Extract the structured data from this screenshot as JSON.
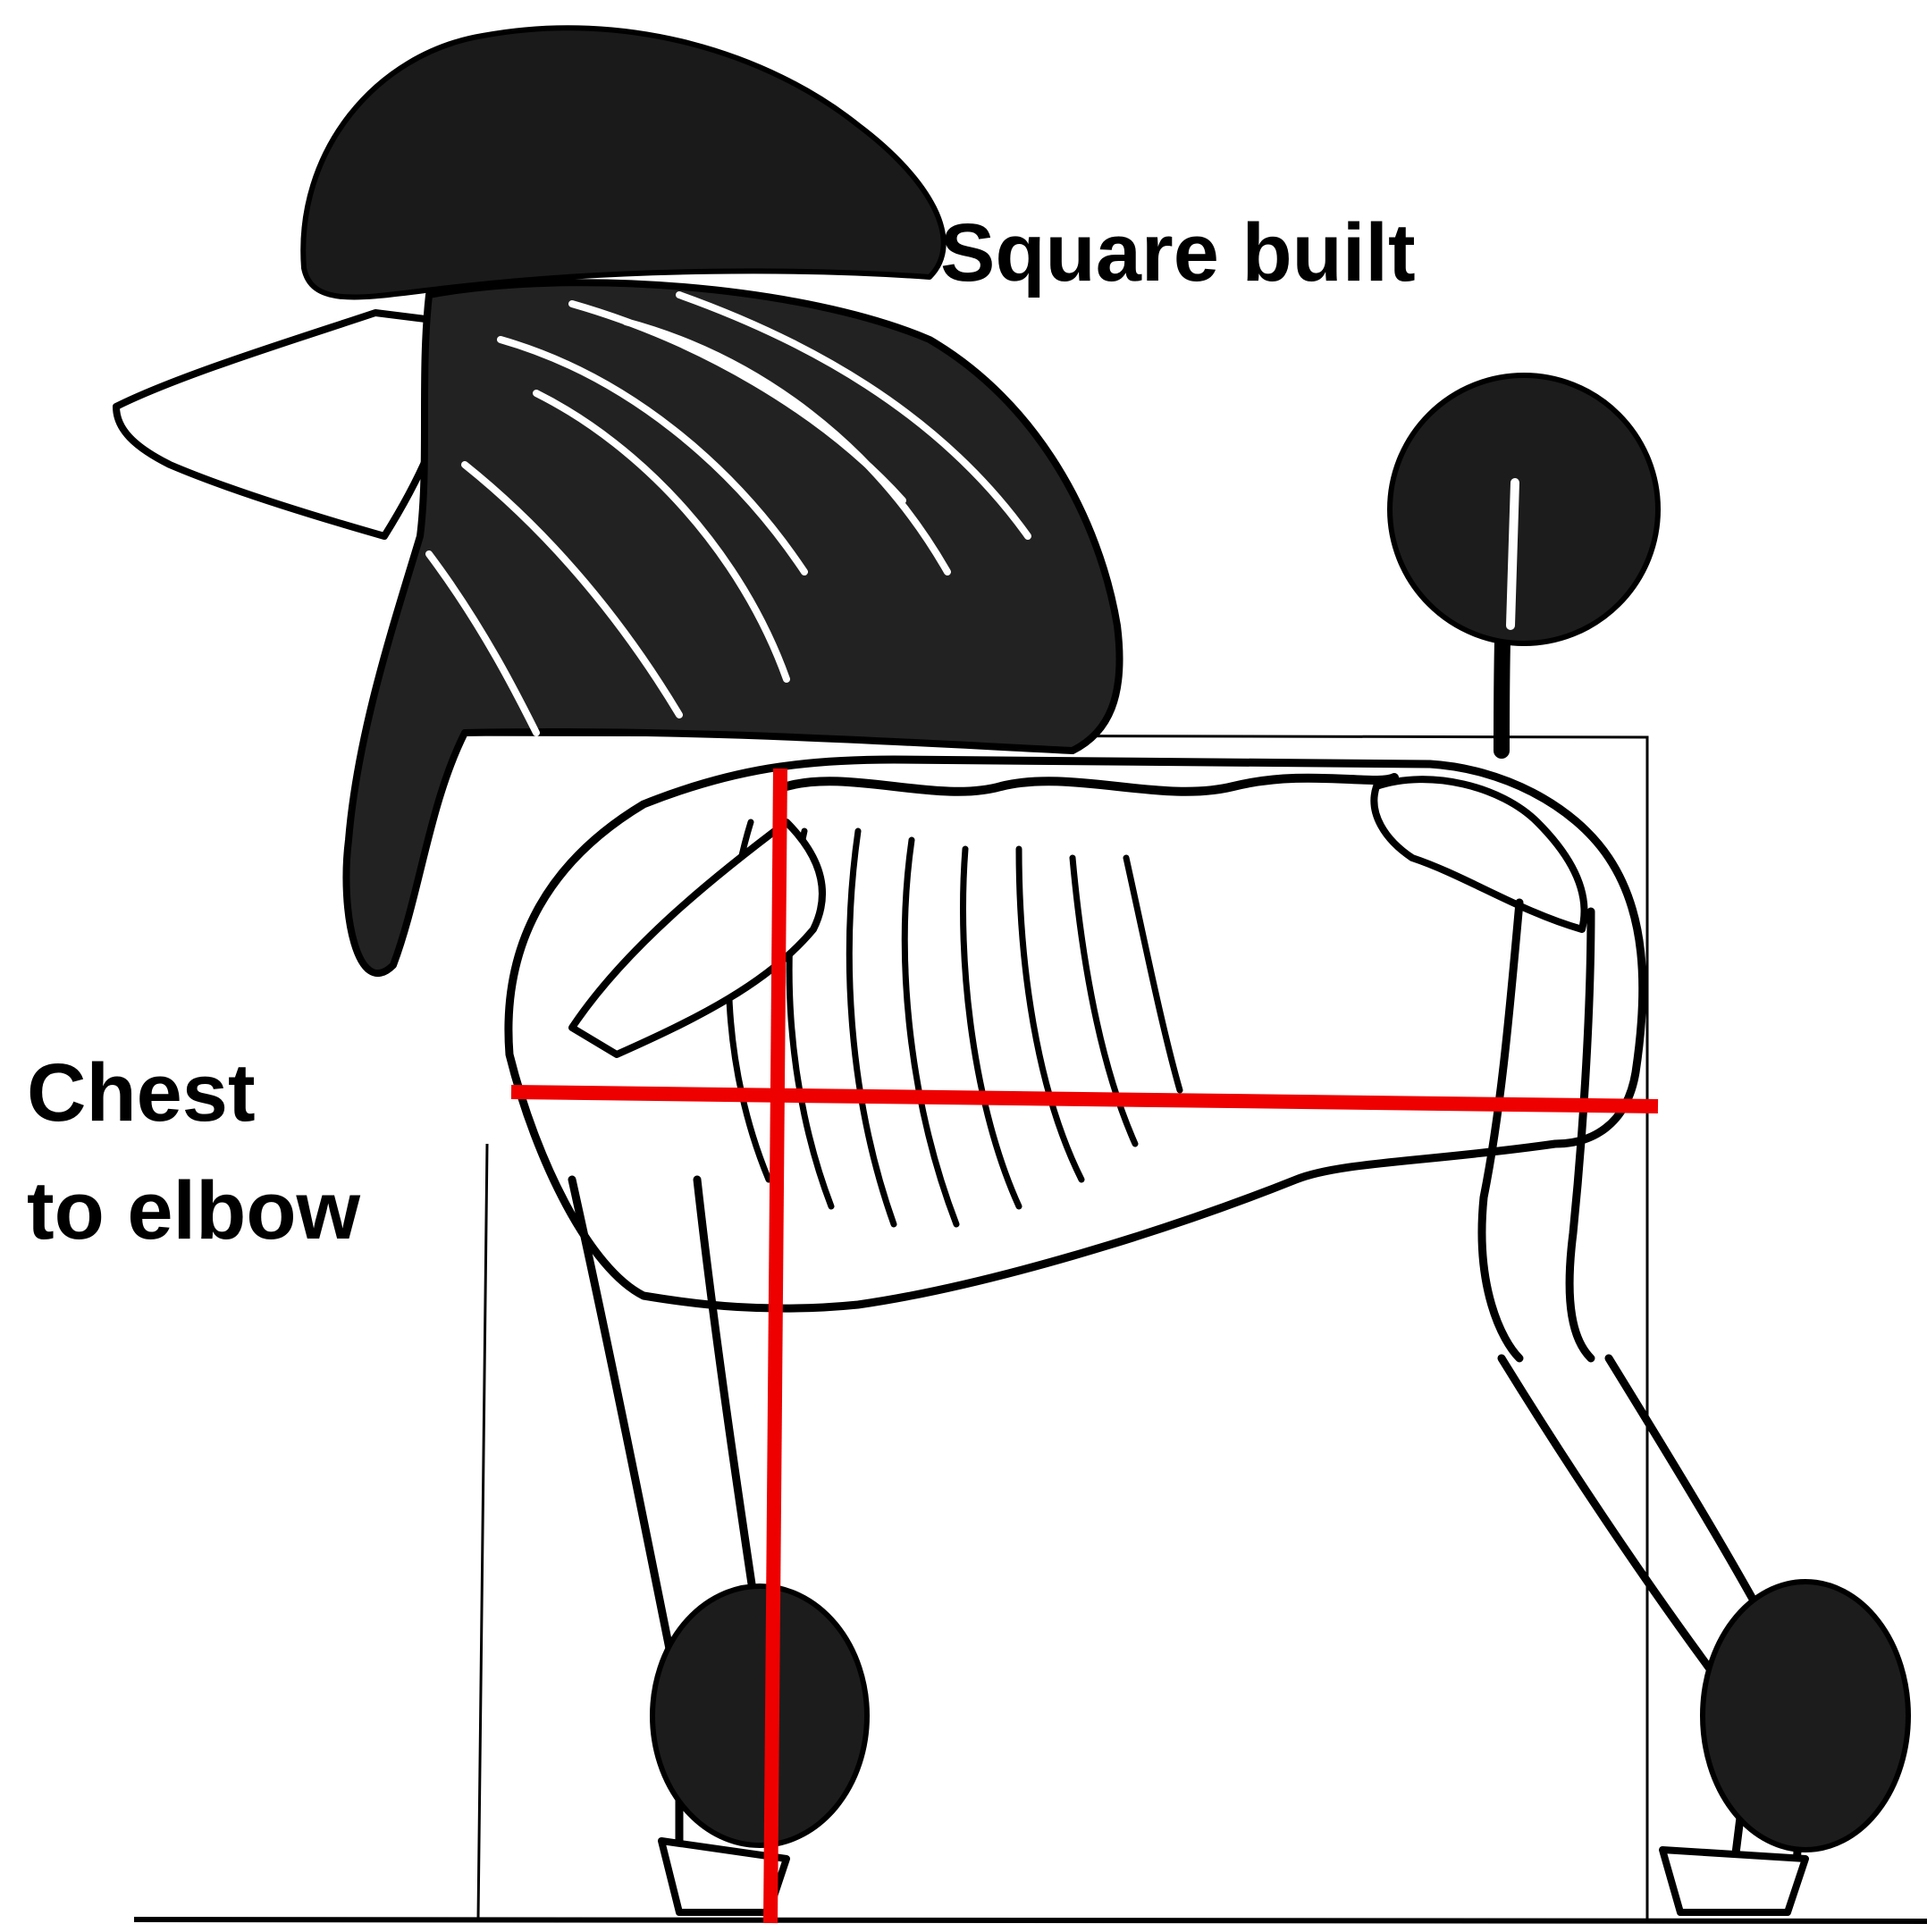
{
  "labels": {
    "title": "Square built",
    "chest_line1": "Chest",
    "chest_line2": "to elbow"
  },
  "colors": {
    "ink": "#000000",
    "measure_line": "#ee0000",
    "background": "#ffffff"
  }
}
